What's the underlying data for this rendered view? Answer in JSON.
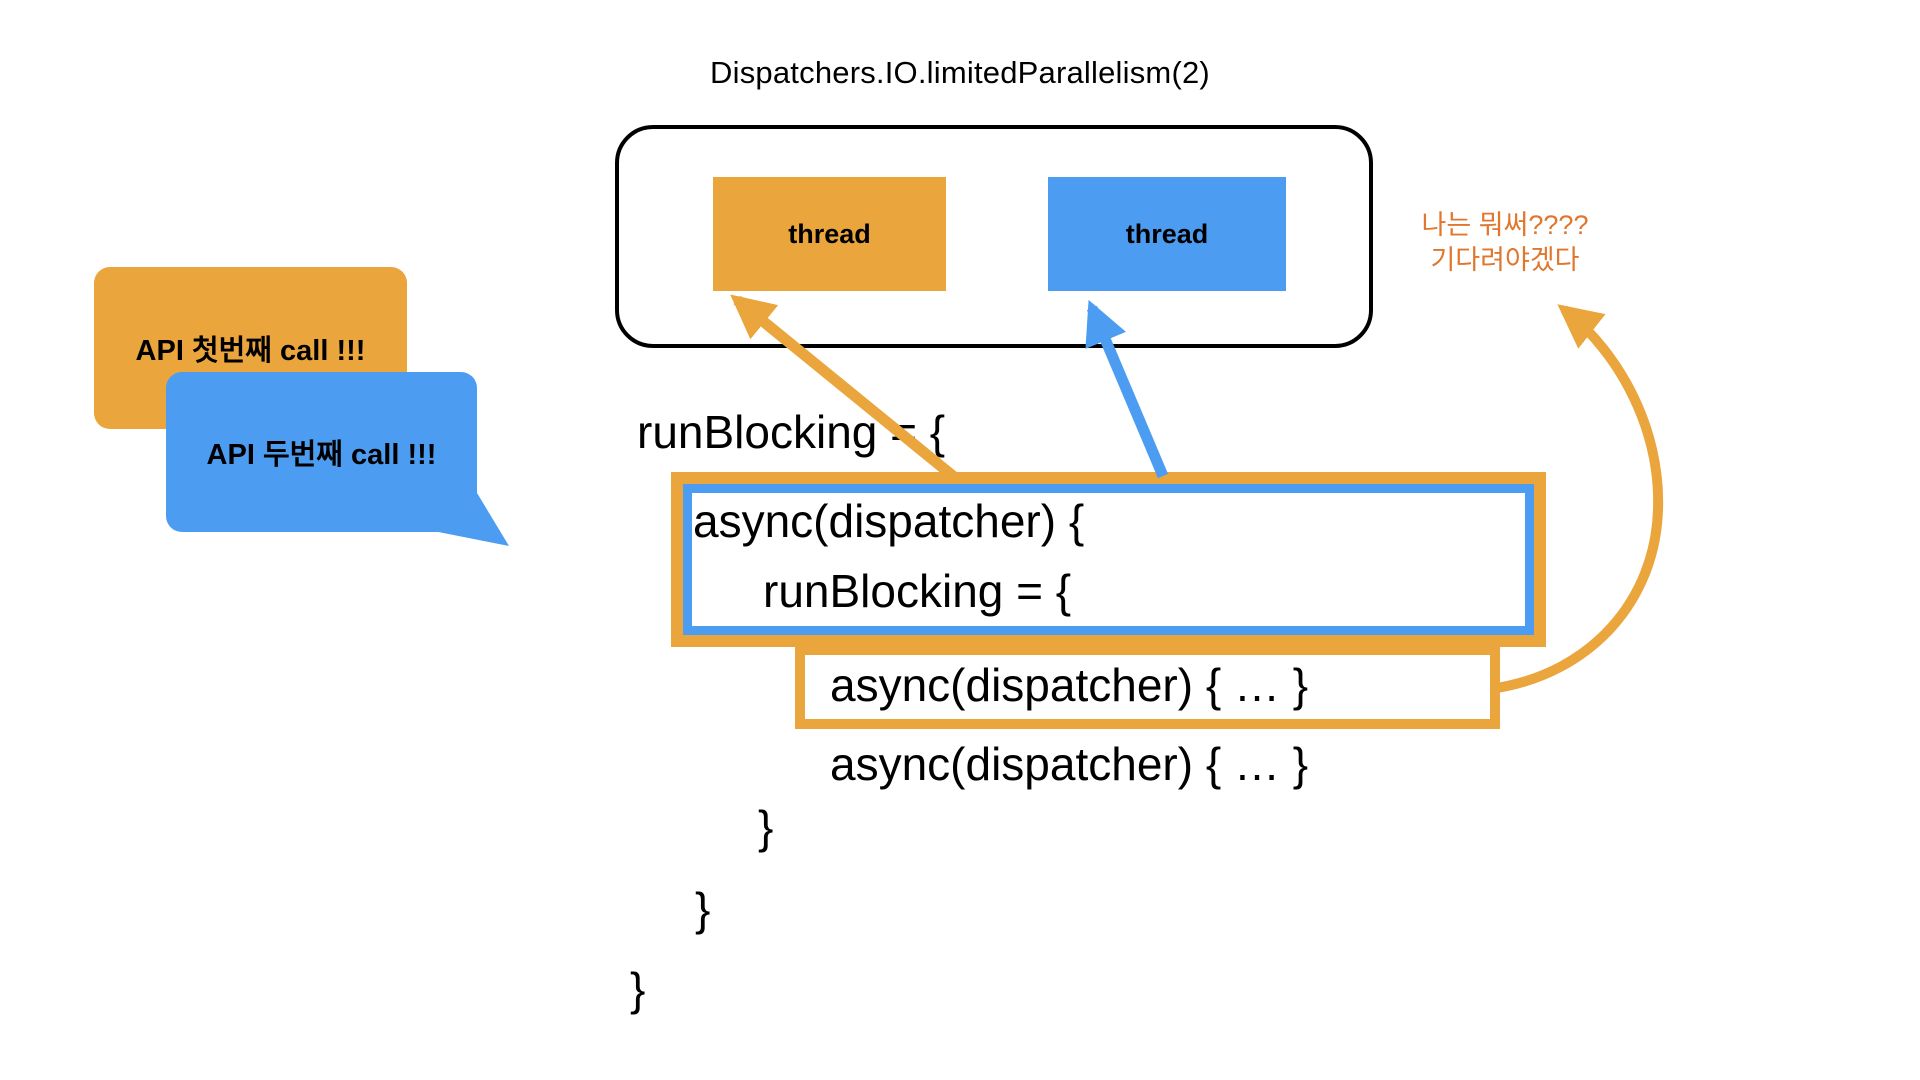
{
  "diagram": {
    "title": "Dispatchers.IO.limitedParallelism(2)",
    "pool": {
      "threads": [
        {
          "label": "thread",
          "color": "#EAA53C"
        },
        {
          "label": "thread",
          "color": "#4C9CF1"
        }
      ]
    },
    "note": {
      "line1": "나는 뭐써????",
      "line2": "기다려야겠다",
      "color": "#E0772E"
    },
    "bubbles": [
      {
        "label": "API 첫번째 call !!!",
        "color": "#EAA53C"
      },
      {
        "label": "API 두번째 call !!!",
        "color": "#4C9CF1"
      }
    ],
    "code": {
      "line1": "runBlocking = {",
      "line2": "async(dispatcher) {",
      "line3": "runBlocking = {",
      "line4": "async(dispatcher) { … }",
      "line5": "async(dispatcher) { … }",
      "close_brace": "}"
    },
    "colors": {
      "orange": "#EAA53C",
      "blue": "#4C9CF1",
      "note_orange": "#E0772E",
      "outline_black": "#000000"
    }
  }
}
